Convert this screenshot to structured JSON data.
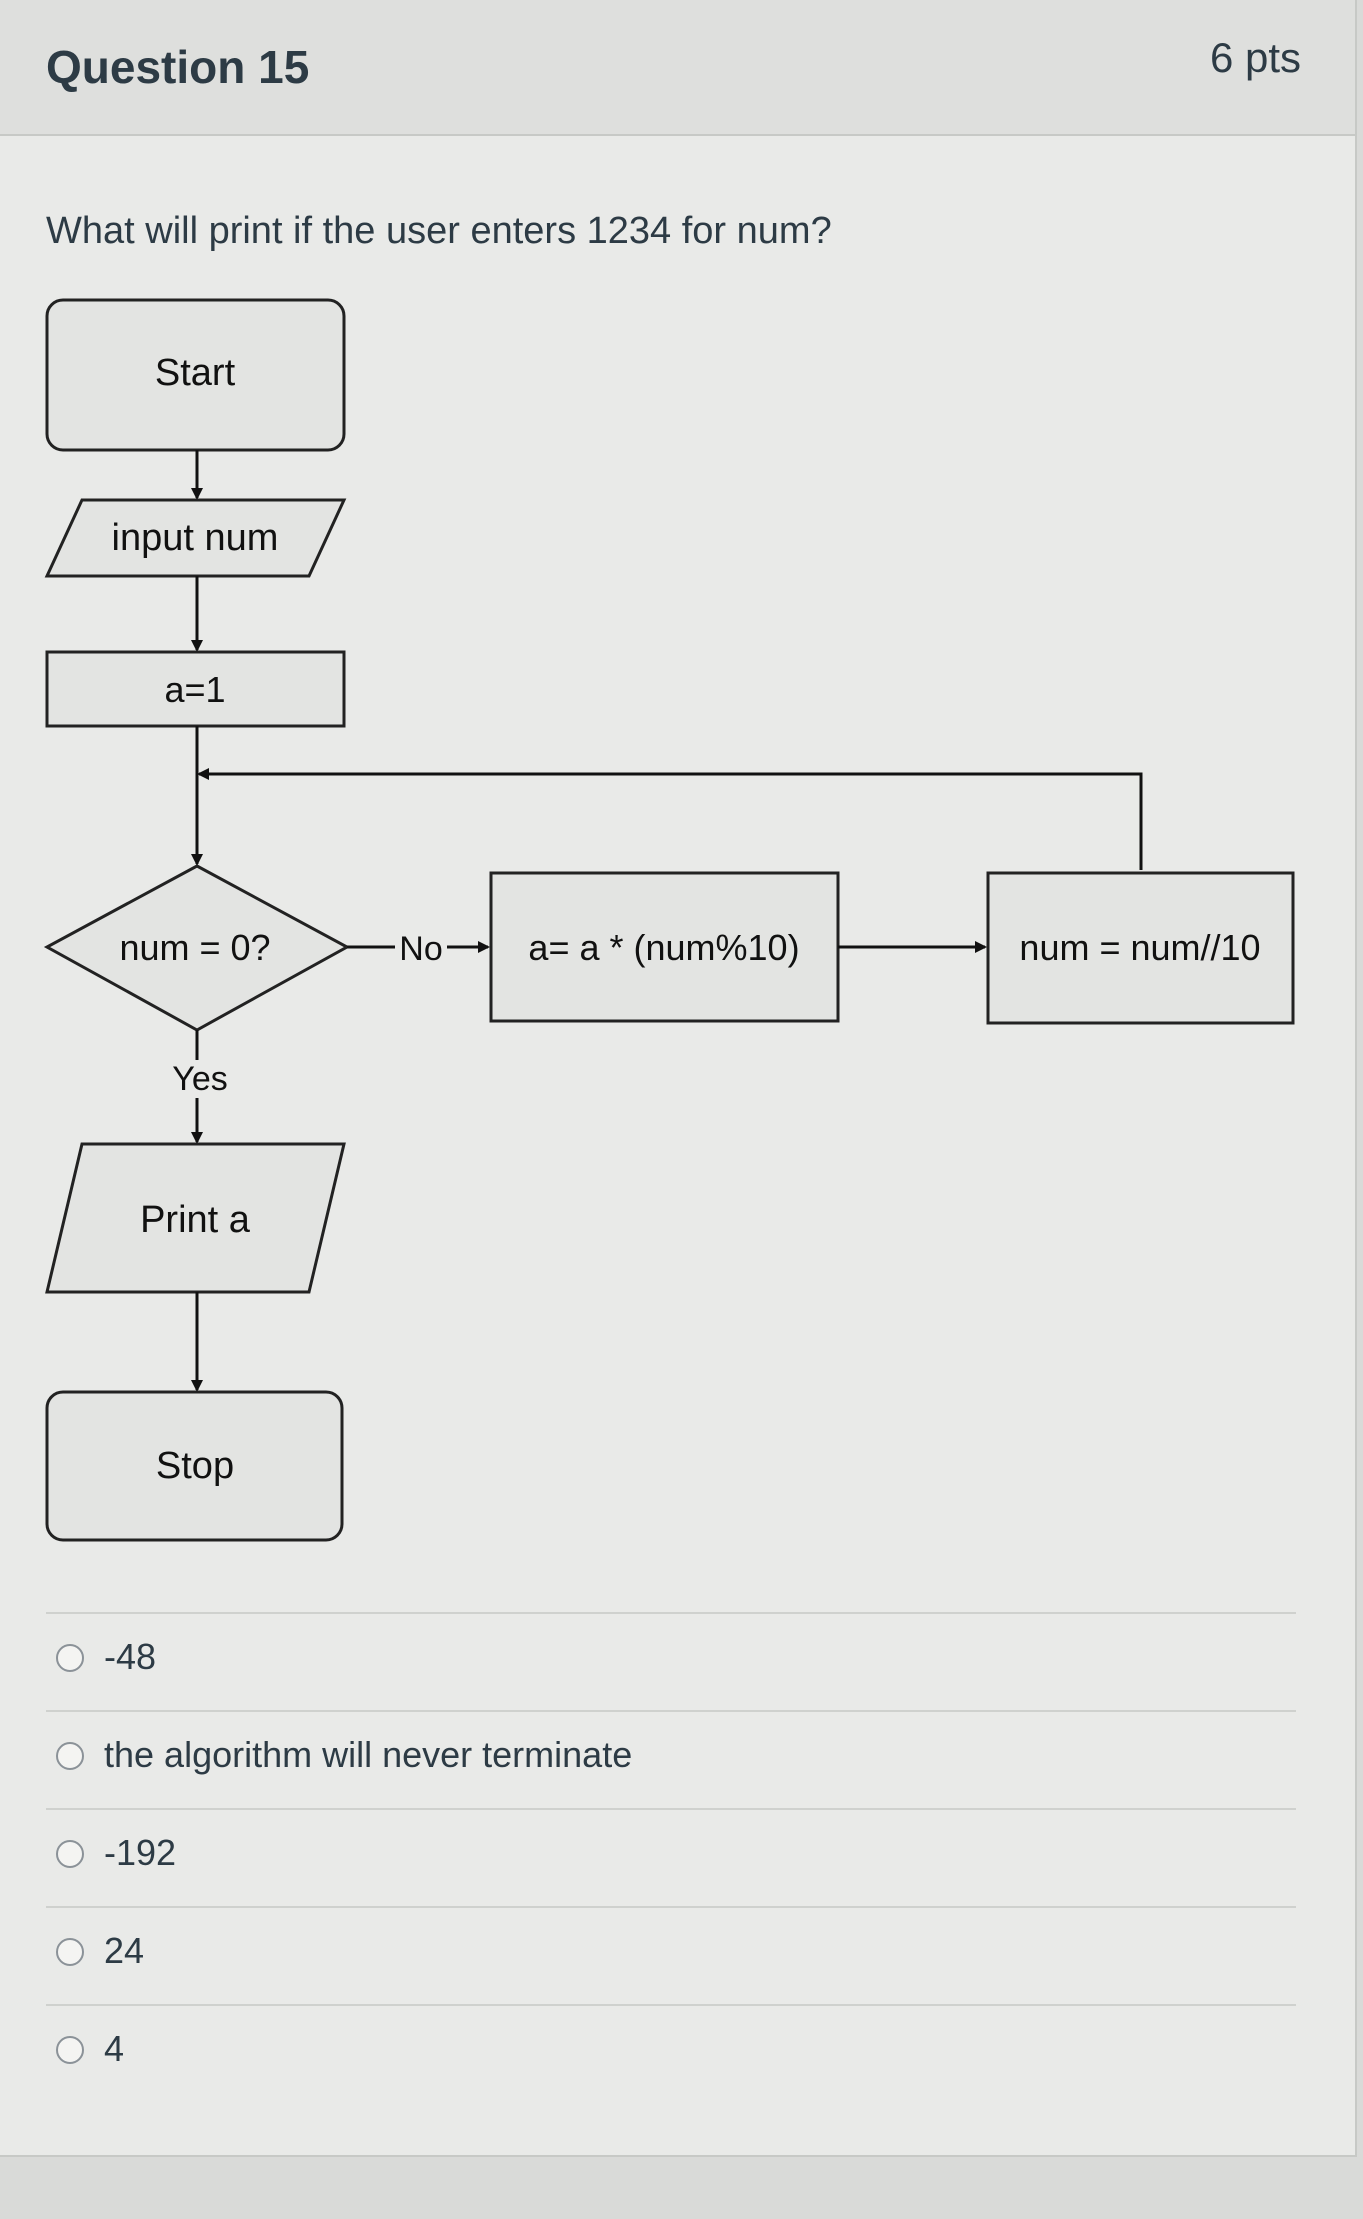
{
  "question": {
    "title": "Question 15",
    "points": "6 pts",
    "text": "What will print if the user enters 1234 for num?"
  },
  "flowchart": {
    "start": "Start",
    "input": "input num",
    "init": "a=1",
    "decision": "num = 0?",
    "no_label": "No",
    "yes_label": "Yes",
    "multiply": "a= a * (num%10)",
    "divide": "num = num//10",
    "output": "Print a",
    "stop": "Stop"
  },
  "answers": [
    {
      "label": "-48"
    },
    {
      "label": "the algorithm will never terminate"
    },
    {
      "label": "-192"
    },
    {
      "label": "24"
    },
    {
      "label": "4"
    }
  ]
}
